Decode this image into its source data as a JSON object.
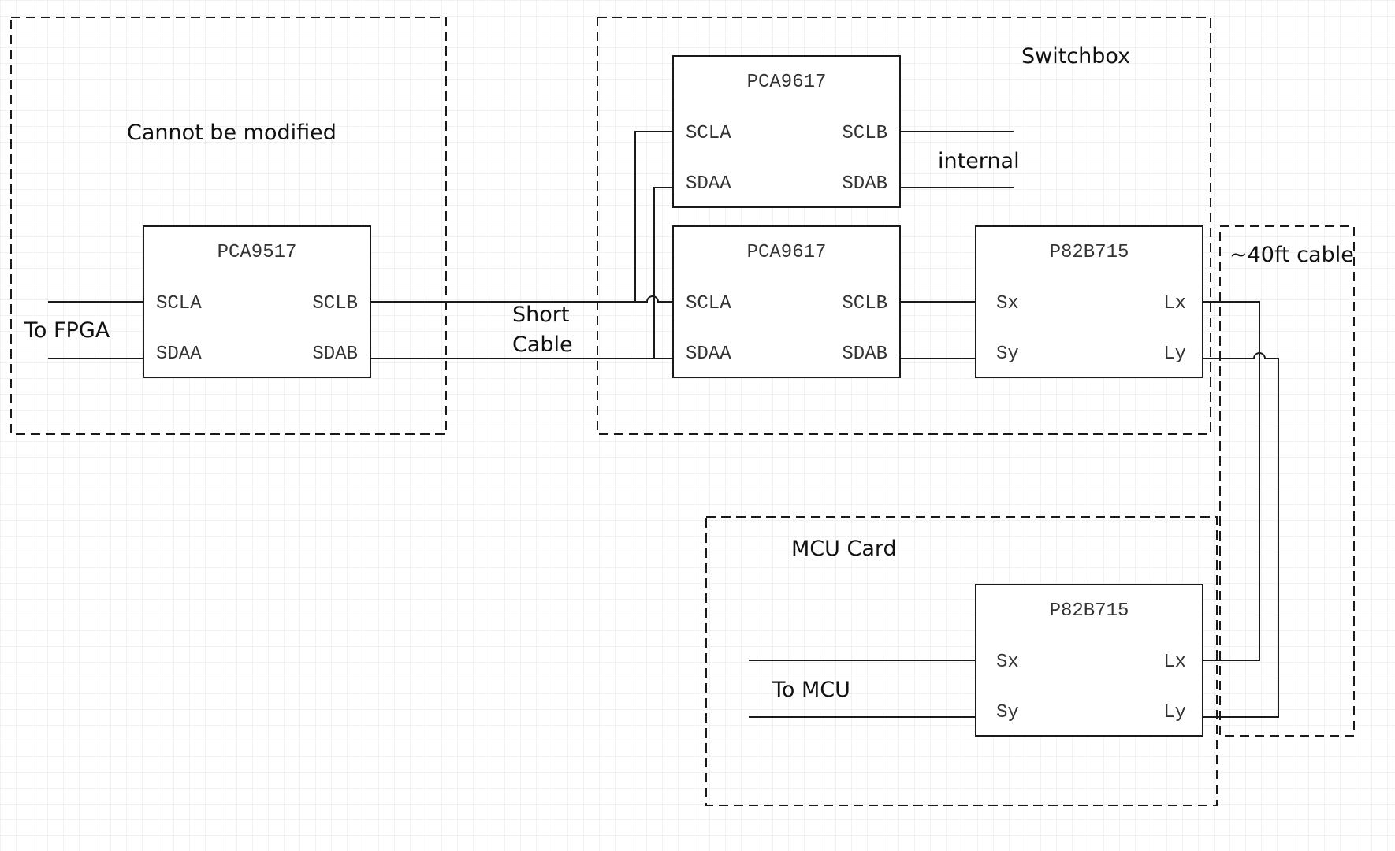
{
  "labels": {
    "cannot_modify": "Cannot be modified",
    "switchbox": "Switchbox",
    "mcu_card": "MCU Card",
    "to_fpga": "To FPGA",
    "short_cable_1": "Short",
    "short_cable_2": "Cable",
    "internal": "internal",
    "cable_40ft": "~40ft cable",
    "to_mcu": "To MCU"
  },
  "chips": {
    "fpga_buffer": {
      "name": "PCA9517",
      "pins": [
        "SCLA",
        "SCLB",
        "SDAA",
        "SDAB"
      ]
    },
    "switch_mux_top": {
      "name": "PCA9617",
      "pins": [
        "SCLA",
        "SCLB",
        "SDAA",
        "SDAB"
      ]
    },
    "switch_mux_bottom": {
      "name": "PCA9617",
      "pins": [
        "SCLA",
        "SCLB",
        "SDAA",
        "SDAB"
      ]
    },
    "switch_extender": {
      "name": "P82B715",
      "pins": [
        "Sx",
        "Lx",
        "Sy",
        "Ly"
      ]
    },
    "mcu_extender": {
      "name": "P82B715",
      "pins": [
        "Sx",
        "Lx",
        "Sy",
        "Ly"
      ]
    }
  }
}
